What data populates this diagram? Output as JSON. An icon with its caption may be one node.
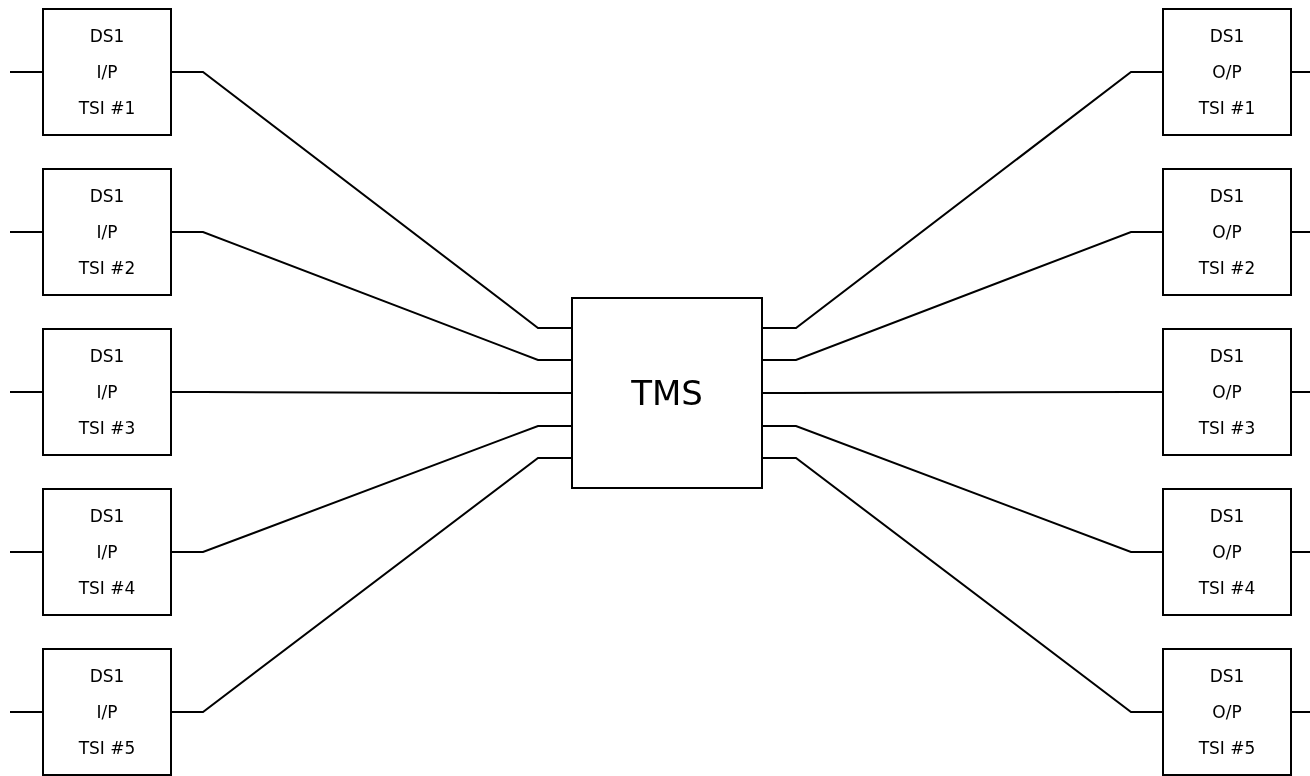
{
  "diagram": {
    "nodes": [
      {
        "text": [
          "DS1",
          "I/P",
          "TSI #1"
        ]
      },
      {
        "text": [
          "DS1",
          "I/P",
          "TSI #2"
        ]
      },
      {
        "text": [
          "DS1",
          "I/P",
          "TSI #3"
        ]
      },
      {
        "text": [
          "DS1",
          "I/P",
          "TSI #4"
        ]
      },
      {
        "text": [
          "DS1",
          "I/P",
          "TSI #5"
        ]
      },
      {
        "text": [
          "TMS"
        ]
      },
      {
        "text": [
          "DS1",
          "O/P",
          "TSI #1"
        ]
      },
      {
        "text": [
          "DS1",
          "O/P",
          "TSI #2"
        ]
      },
      {
        "text": [
          "DS1",
          "O/P",
          "TSI #3"
        ]
      },
      {
        "text": [
          "DS1",
          "O/P",
          "TSI #4"
        ]
      },
      {
        "text": [
          "DS1",
          "O/P",
          "TSI #5"
        ]
      }
    ],
    "edges": [
      {
        "from": null,
        "to": 0,
        "arrow": "none"
      },
      {
        "from": null,
        "to": 1,
        "arrow": "none"
      },
      {
        "from": null,
        "to": 2,
        "arrow": "none"
      },
      {
        "from": null,
        "to": 3,
        "arrow": "none"
      },
      {
        "from": null,
        "to": 4,
        "arrow": "none"
      },
      {
        "from": 0,
        "to": 5,
        "arrow": "none"
      },
      {
        "from": 1,
        "to": 5,
        "arrow": "none"
      },
      {
        "from": 2,
        "to": 5,
        "arrow": "none"
      },
      {
        "from": 3,
        "to": 5,
        "arrow": "none"
      },
      {
        "from": 4,
        "to": 5,
        "arrow": "none"
      },
      {
        "from": 5,
        "to": 6,
        "arrow": "none"
      },
      {
        "from": 5,
        "to": 7,
        "arrow": "none"
      },
      {
        "from": 5,
        "to": 8,
        "arrow": "none"
      },
      {
        "from": 5,
        "to": 9,
        "arrow": "none"
      },
      {
        "from": 5,
        "to": 10,
        "arrow": "none"
      },
      {
        "from": 6,
        "to": null,
        "arrow": "none"
      },
      {
        "from": 7,
        "to": null,
        "arrow": "none"
      },
      {
        "from": 8,
        "to": null,
        "arrow": "none"
      },
      {
        "from": 9,
        "to": null,
        "arrow": "none"
      },
      {
        "from": 10,
        "to": null,
        "arrow": "none"
      }
    ]
  }
}
